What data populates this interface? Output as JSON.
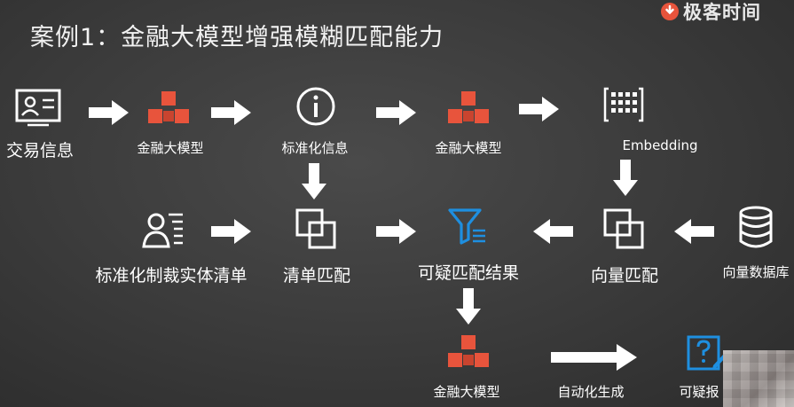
{
  "title": "案例1：金融大模型增强模糊匹配能力",
  "brand": {
    "name": "极客时间"
  },
  "nodes": {
    "trade_info": "交易信息",
    "llm_1": "金融大模型",
    "std_info": "标准化信息",
    "llm_2": "金融大模型",
    "embedding": "Embedding",
    "sanction_list": "标准化制裁实体清单",
    "list_match": "清单匹配",
    "suspect_result": "可疑匹配结果",
    "vector_match": "向量匹配",
    "vector_db": "向量数据库",
    "llm_3": "金融大模型",
    "auto_gen": "自动化生成",
    "suspect_report": "可疑报"
  },
  "colors": {
    "accent_red": "#e8543c",
    "accent_blue": "#1e8fe0",
    "background": "#3a3a3a"
  }
}
